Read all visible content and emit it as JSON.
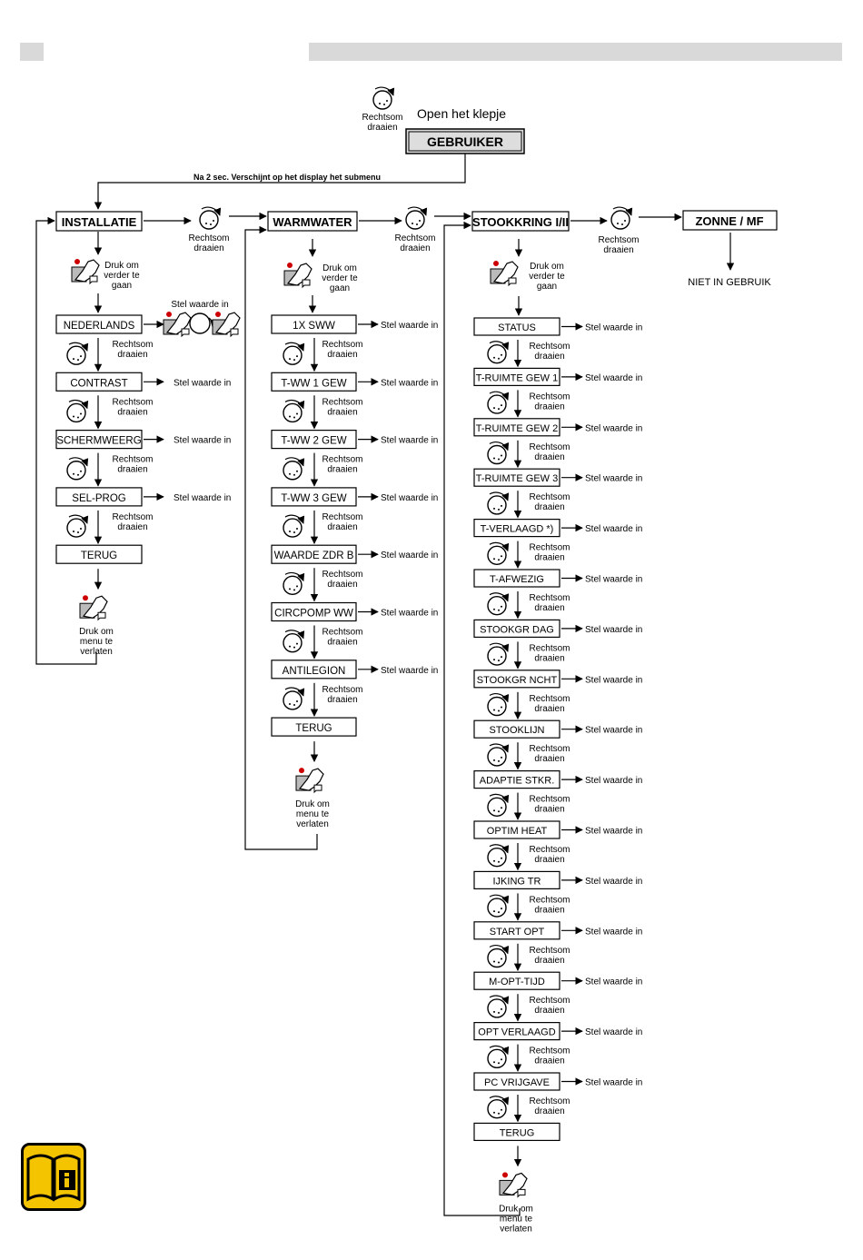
{
  "intro": {
    "open_text": "Open het klepje",
    "turn_label_1": "Rechtsom",
    "turn_label_2": "draaien",
    "main_button": "GEBRUIKER",
    "hold_note": "Na 2 sec. Verschijnt op het display het submenu"
  },
  "labels": {
    "turn_1": "Rechtsom",
    "turn_2": "draaien",
    "set_value": "Stel waarde in",
    "press_1": "Druk om",
    "press_2": "verder te",
    "press_3": "gaan",
    "exit_1": "Druk om",
    "exit_2": "menu te",
    "exit_3": "verlaten"
  },
  "menus": {
    "installatie": {
      "title": "INSTALLATIE",
      "items": [
        "NEDERLANDS",
        "CONTRAST",
        "SCHERMWEERG",
        "SEL-PROG",
        "TERUG"
      ],
      "nederlands_set": "Stel waarde in"
    },
    "warmwater": {
      "title": "WARMWATER",
      "items": [
        "1X SWW",
        "T-WW 1 GEW",
        "T-WW 2 GEW",
        "T-WW 3 GEW",
        "WAARDE ZDR B",
        "CIRCPOMP WW",
        "ANTILEGION",
        "TERUG"
      ]
    },
    "stookkring": {
      "title": "STOOKKRING I/II",
      "items": [
        "STATUS",
        "T-RUIMTE GEW 1",
        "T-RUIMTE GEW 2",
        "T-RUIMTE GEW 3",
        "T-VERLAAGD *)",
        "T-AFWEZIG",
        "STOOKGR DAG",
        "STOOKGR NCHT",
        "STOOKLIJN",
        "ADAPTIE STKR.",
        "OPTIM HEAT",
        "IJKING TR",
        "START OPT",
        "M-OPT-TIJD",
        "OPT VERLAAGD",
        "PC VRIJGAVE",
        "TERUG"
      ]
    },
    "zonne": {
      "title": "ZONNE / MF",
      "note": "NIET IN GEBRUIK"
    }
  },
  "icons": [
    "dial-icon",
    "press-button-icon",
    "info-book-icon"
  ],
  "colors": {
    "header_bar": "#d9d9d9",
    "indicator_red": "#cc0000",
    "book_yellow": "#f5c400"
  }
}
